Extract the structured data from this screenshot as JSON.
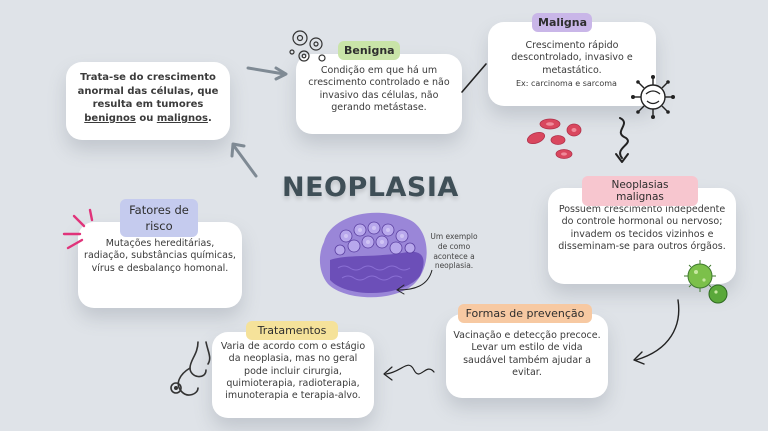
{
  "title": "NEOPLASIA",
  "intro": {
    "before": "Trata-se do crescimento anormal das células, que resulta em tumores",
    "benignos": "benignos",
    "connector": "ou",
    "malignos": "malignos",
    "end": "."
  },
  "benigna": {
    "label": "Benigna",
    "text": "Condição em que há um crescimento controlado e não invasivo das células, não gerando metástase."
  },
  "maligna": {
    "label": "Maligna",
    "text": "Crescimento rápido descontrolado, invasivo e metastático.",
    "example": "Ex: carcinoma e sarcoma"
  },
  "neoplasias_malignas": {
    "label": "Neoplasias malignas",
    "text": "Possuem crescimento indepedente do controle hormonal ou nervoso; invadem os tecidos vizinhos e disseminam-se para outros órgãos."
  },
  "fatores": {
    "label": "Fatores de risco",
    "text": "Mutações hereditárias, radiação, substâncias químicas, vírus e desbalanço homonal."
  },
  "prevencao": {
    "label": "Formas de prevenção",
    "text": "Vacinação e detecção precoce. Levar um estilo de vida saudável também ajudar a evitar."
  },
  "tratamentos": {
    "label": "Tratamentos",
    "text": "Varia de acordo com o estágio da neoplasia, mas no geral pode incluir cirurgia, quimioterapia, radioterapia, imunoterapia e terapia-alvo."
  },
  "illustration_note": "Um exemplo de como acontece a neoplasia.",
  "colors": {
    "background": "#dfe3e8",
    "benigna_tag": "#c9e4a8",
    "maligna_tag": "#c9b6e8",
    "neoplasias_tag": "#f7c6cf",
    "fatores_tag": "#c5cbee",
    "prevencao_tag": "#f7c9a2",
    "tratamentos_tag": "#f5e29a",
    "title": "#3f4f57"
  },
  "icons": [
    "arrow-icon",
    "cells-doodle-icon",
    "blood-cells-icon",
    "virus-icon",
    "bacteria-icon",
    "stethoscope-icon",
    "spark-lines-icon",
    "tissue-illustration"
  ]
}
